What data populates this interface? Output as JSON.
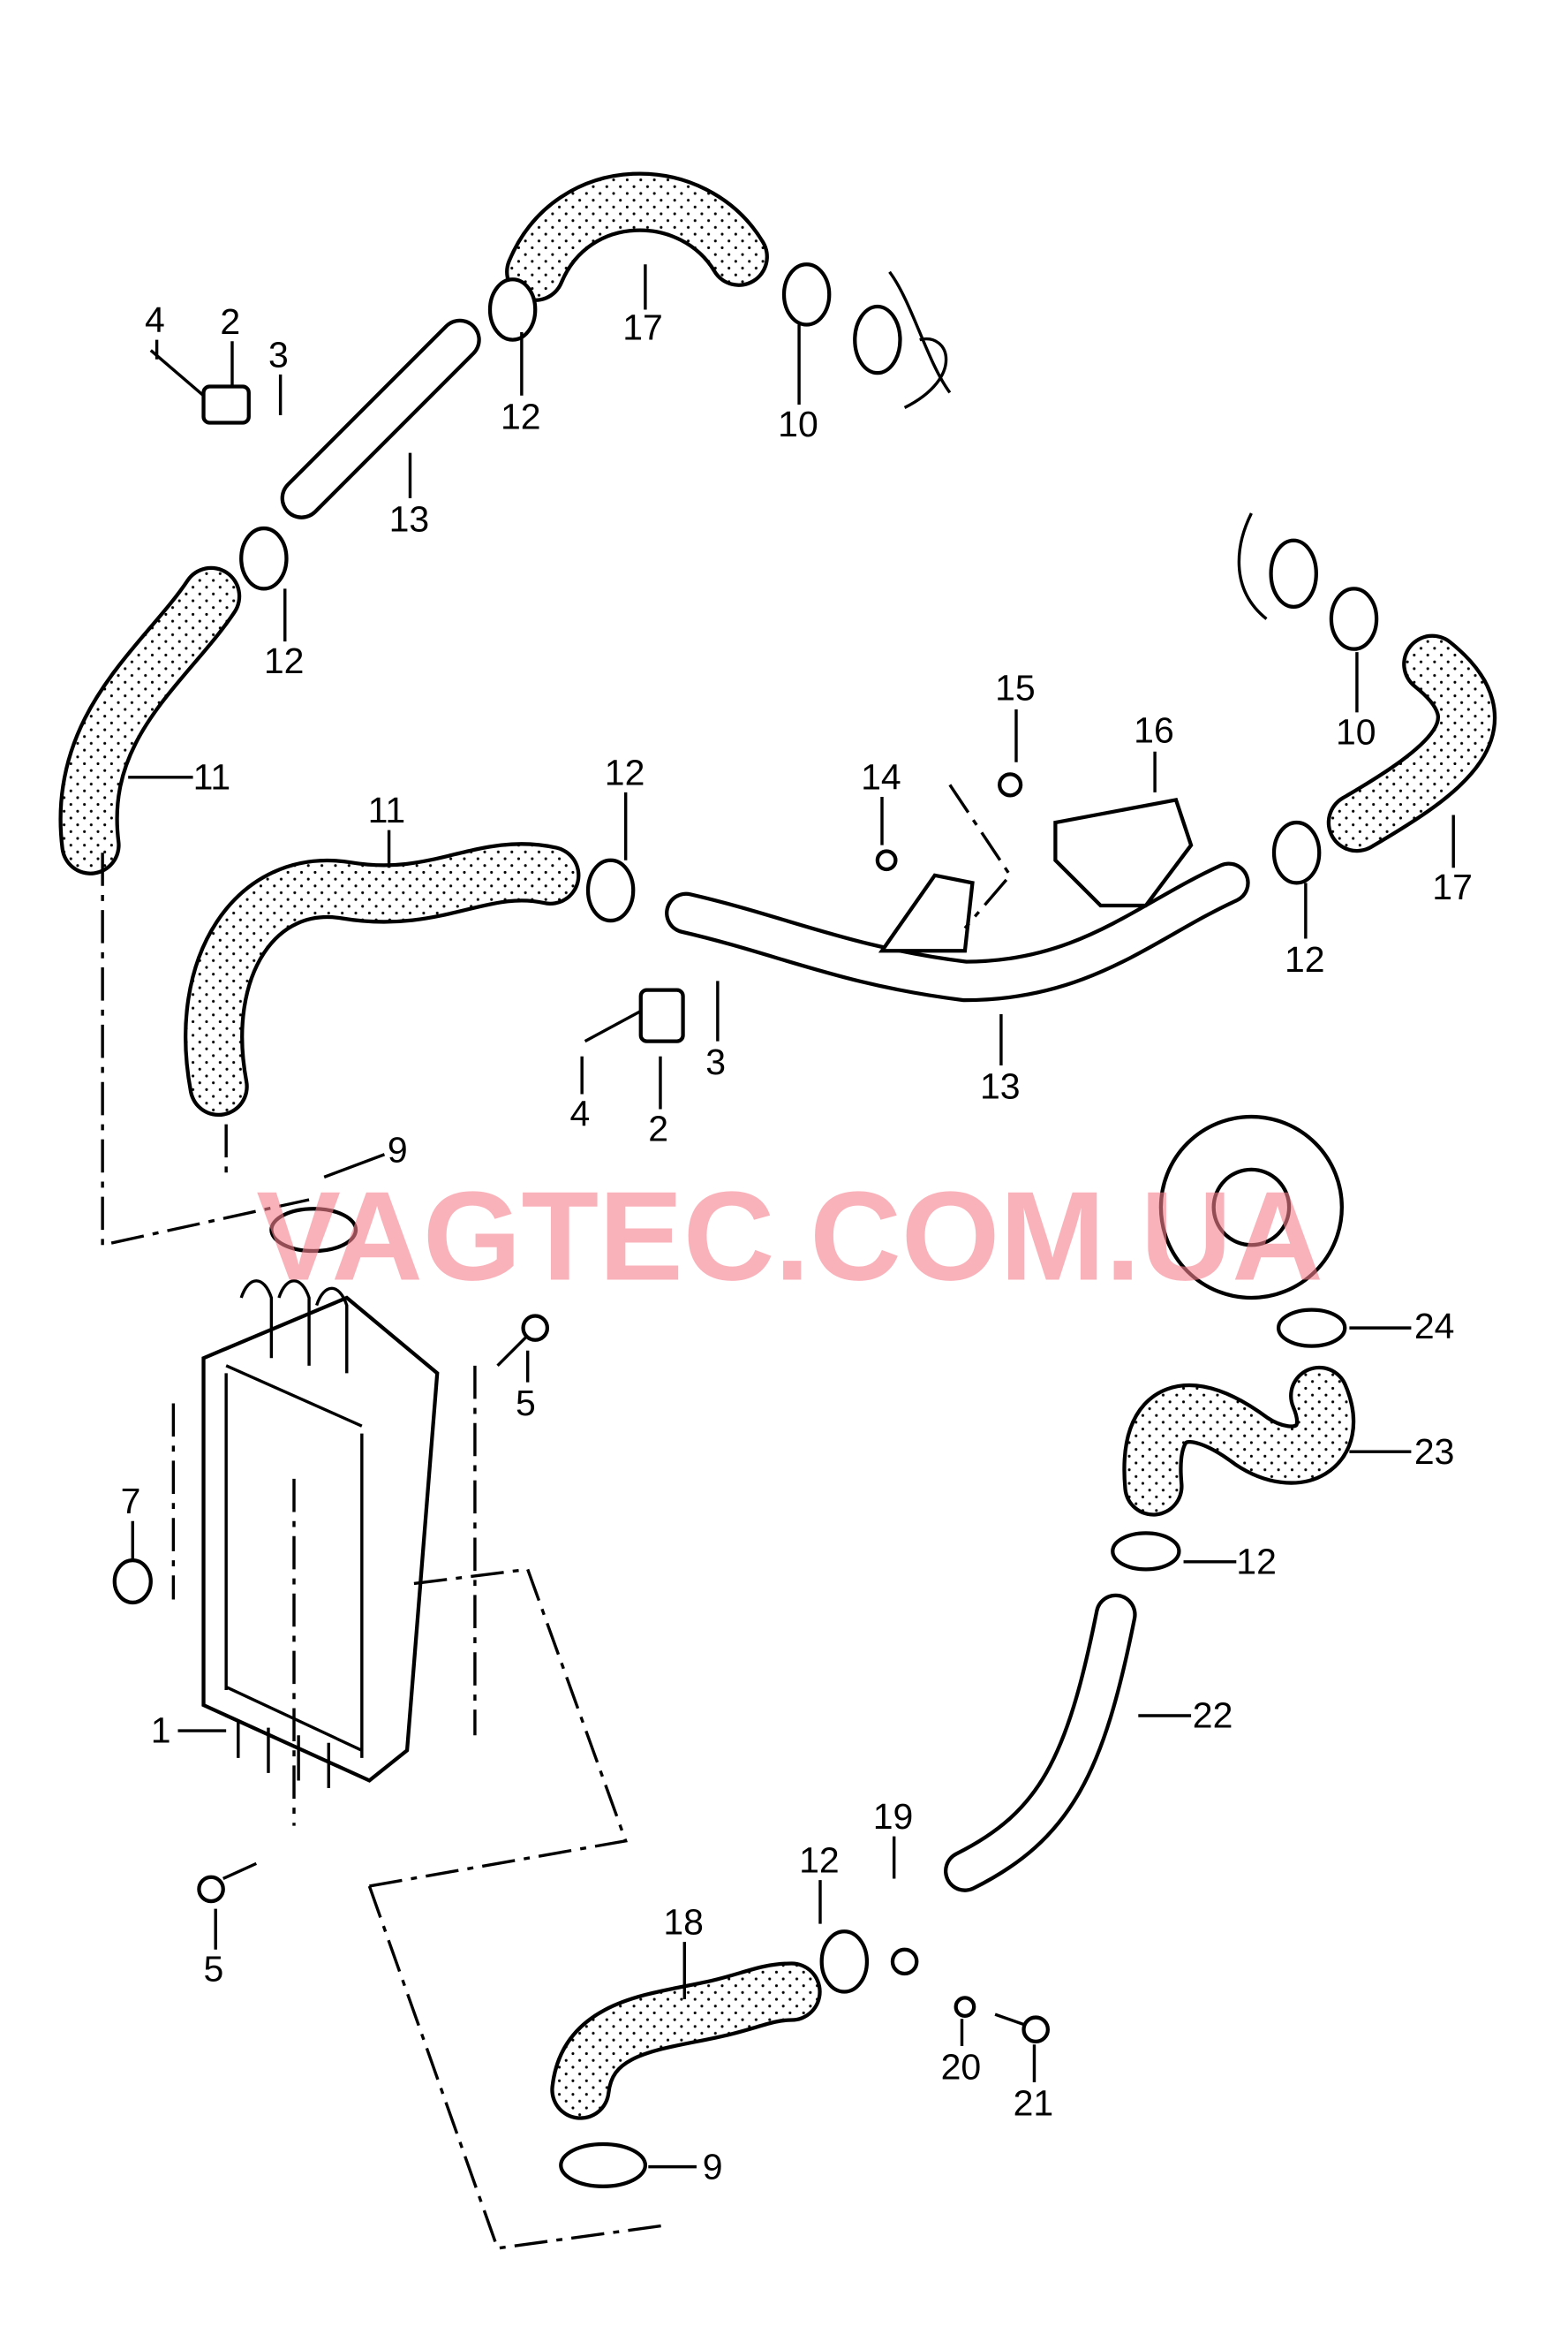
{
  "diagram": {
    "watermark": "VAGTEC.COM.UA",
    "callouts": {
      "c4a": "4",
      "c2a": "2",
      "c3a": "3",
      "c17a": "17",
      "c12a": "12",
      "c10a": "10",
      "c13a": "13",
      "c12b": "12",
      "c11a": "11",
      "c15": "15",
      "c16": "16",
      "c14": "14",
      "c12c": "12",
      "c11b": "11",
      "c10b": "10",
      "c17b": "17",
      "c12d": "12",
      "c3b": "3",
      "c13b": "13",
      "c4b": "4",
      "c2b": "2",
      "c9a": "9",
      "c24": "24",
      "c5a": "5",
      "c23": "23",
      "c7": "7",
      "c12e": "12",
      "c22": "22",
      "c1": "1",
      "c19": "19",
      "c12f": "12",
      "c18": "18",
      "c5b": "5",
      "c20": "20",
      "c21": "21",
      "c9b": "9"
    }
  }
}
